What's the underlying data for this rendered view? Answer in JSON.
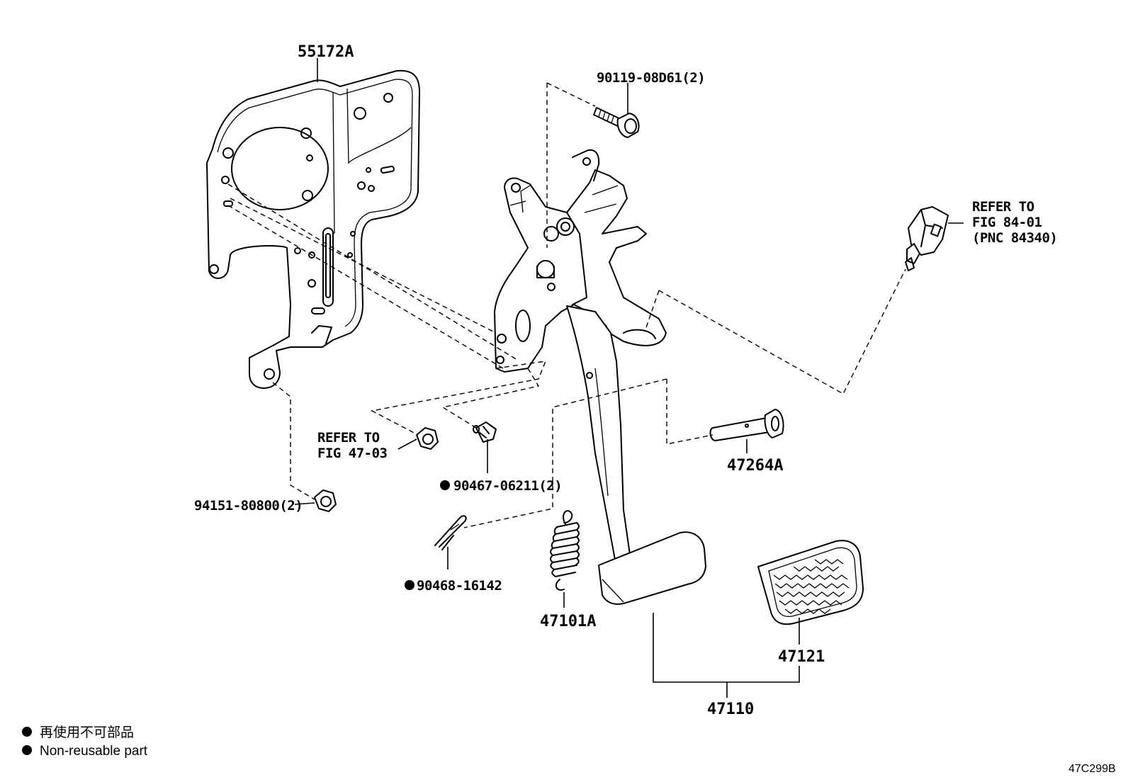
{
  "labels": {
    "bracket": "55172A",
    "bolt_top": "90119-08D61(2)",
    "refer_84_line1": "REFER TO",
    "refer_84_line2": "FIG 84-01",
    "refer_84_line3": "(PNC 84340)",
    "refer_47_line1": "REFER TO",
    "refer_47_line2": "FIG 47-03",
    "bushing": "90467-06211(2)",
    "nut": "94151-80800(2)",
    "clip": "90468-16142",
    "spring": "47101A",
    "pin": "47264A",
    "pad": "47121",
    "pedal_assy": "47110"
  },
  "legend": {
    "japanese": "再使用不可部品",
    "english": "Non-reusable part"
  },
  "figure_code": "47C299B"
}
